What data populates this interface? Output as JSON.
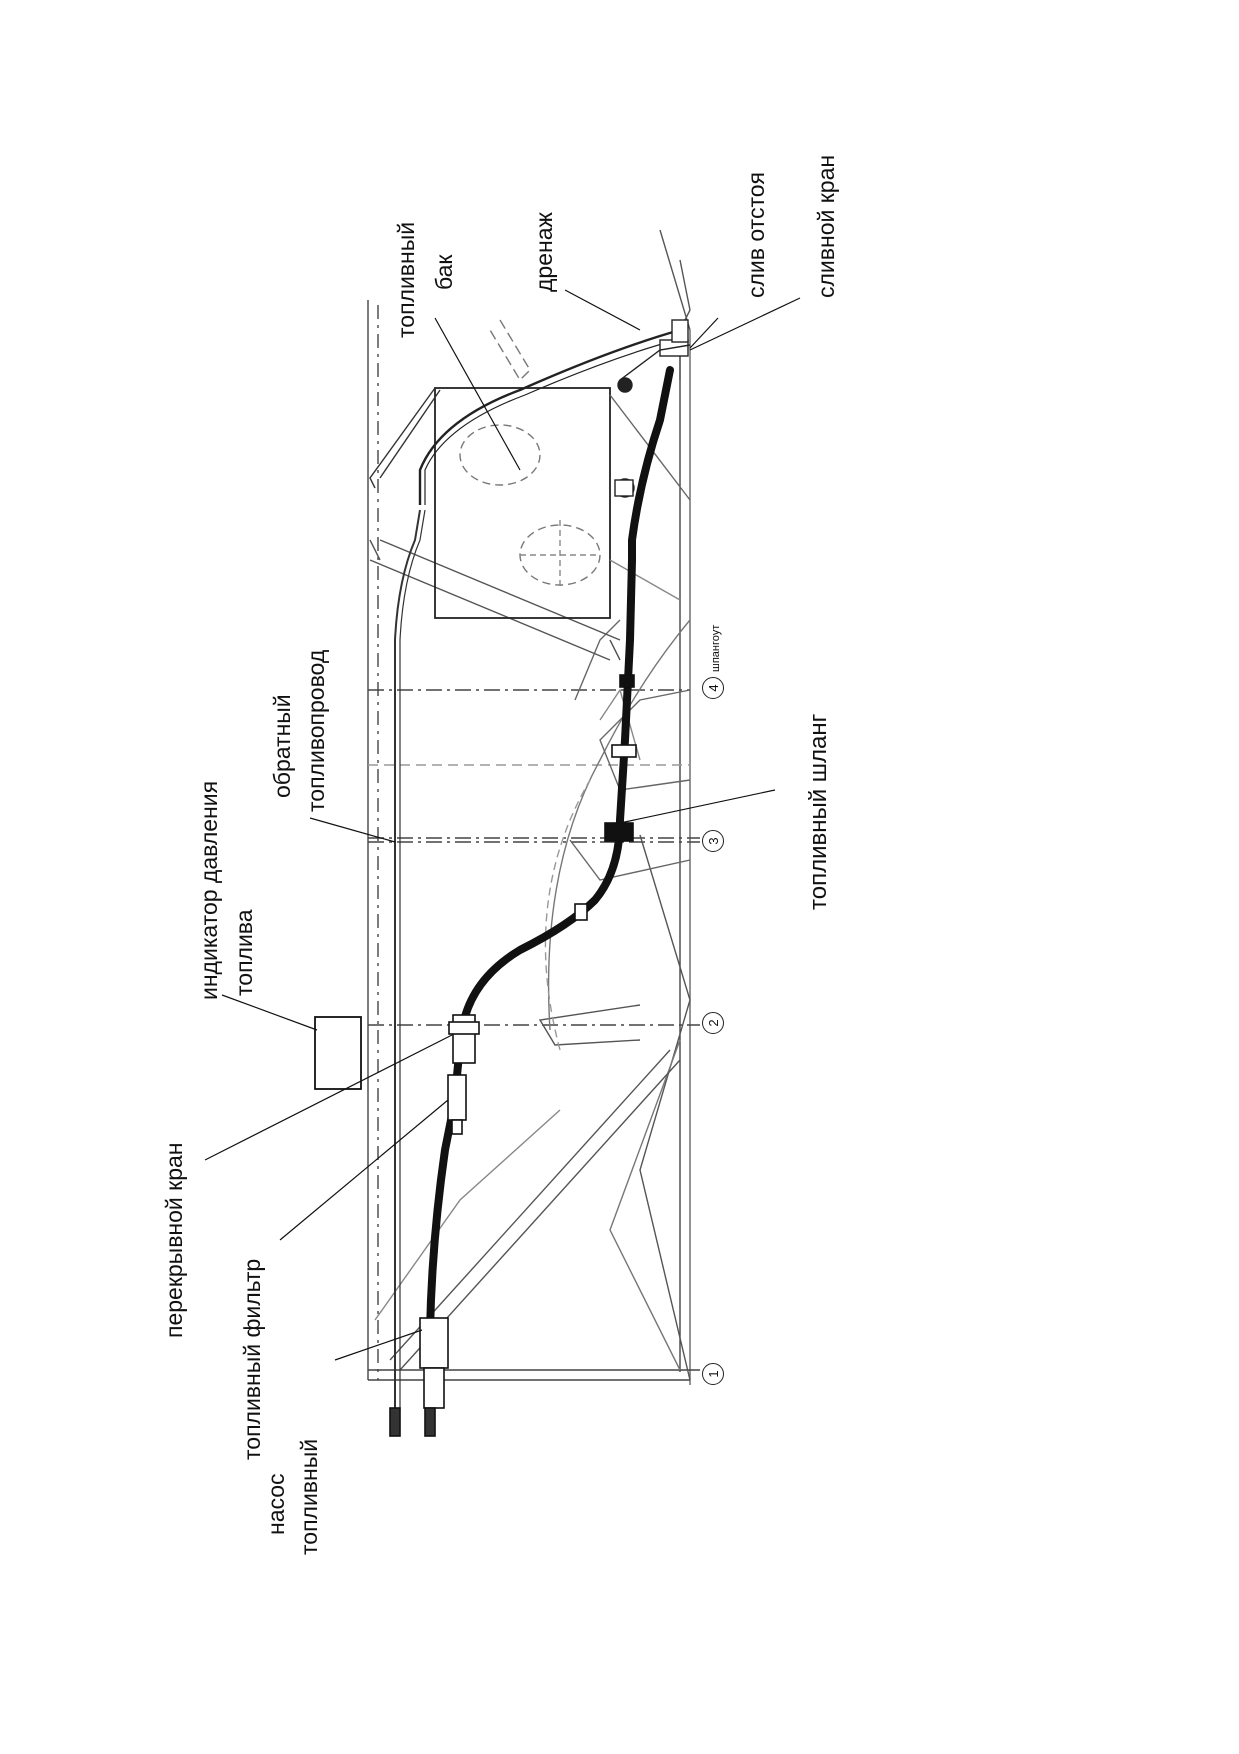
{
  "labels": {
    "fuel_tank_1": "топливный",
    "fuel_tank_2": "бак",
    "drain": "дренаж",
    "sediment_drain": "слив отстоя",
    "drain_valve": "сливной кран",
    "return_line_1": "обратный",
    "return_line_2": "топливопровод",
    "pressure_indicator_1": "индикатор давления",
    "pressure_indicator_2": "топлива",
    "fuel_hose": "топливный шланг",
    "shutoff_valve": "перекрывной кран",
    "fuel_filter": "топливный фильтр",
    "fuel_pump_1": "топливный",
    "fuel_pump_2": "насос",
    "frame_tag": "шпангоут"
  },
  "stations": [
    "1",
    "2",
    "3",
    "4"
  ]
}
